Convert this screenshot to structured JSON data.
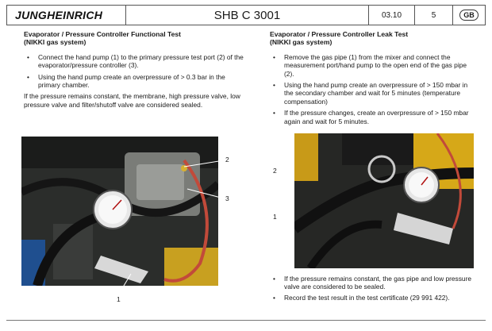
{
  "header": {
    "logo_text": "JUNGHEINRICH",
    "doc_id": "SHB C 3001",
    "date": "03.10",
    "page": "5",
    "lang": "GB"
  },
  "left": {
    "title_line1": "Evaporator / Pressure Controller Functional Test",
    "title_line2": "(NIKKI gas system)",
    "bullets": [
      "Connect the hand pump (1) to the primary pressure test port (2) of the evaporator/pressure controller (3).",
      "Using the hand pump create an overpressure of > 0.3 bar in the primary chamber."
    ],
    "paragraph": "If the pressure remains constant, the membrane, high pressure valve, low pressure valve and filter/shutoff valve are considered sealed.",
    "callouts": [
      "2",
      "3",
      "1"
    ]
  },
  "right": {
    "title_line1": "Evaporator / Pressure Controller Leak Test",
    "title_line2": "(NIKKI gas system)",
    "bullets": [
      "Remove the gas pipe (1) from the mixer and connect the measurement port/hand pump to the open end of the gas pipe (2).",
      "Using the hand pump create an overpressure of > 150 mbar in the secondary chamber and wait for 5 minutes (temperature compensation)",
      "If the pressure changes, create an overpressure of > 150 mbar again and wait for 5 minutes."
    ],
    "callouts": [
      "2",
      "1"
    ],
    "bottom_bullets": [
      "If the pressure remains constant, the gas pipe and low pressure valve are considered to be sealed.",
      "Record the test result in the test certificate (29 991 422)."
    ]
  }
}
